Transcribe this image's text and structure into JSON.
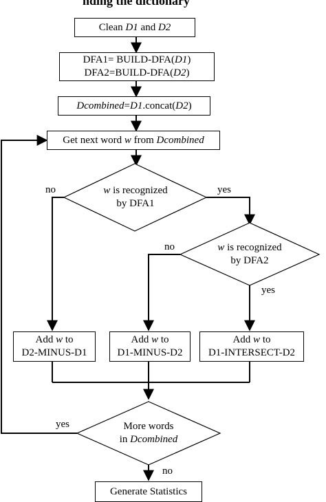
{
  "title_fragment": "nding the dictionary",
  "nodes": {
    "clean": {
      "pre": "Clean ",
      "d1": "D1",
      "mid": " and ",
      "d2": "D2"
    },
    "build": {
      "line1_pre": "DFA1= BUILD-DFA(",
      "line1_var": "D1",
      "line1_post": ")",
      "line2_pre": "DFA2=BUILD-DFA(",
      "line2_var": "D2",
      "line2_post": ")"
    },
    "concat": {
      "var1": "Dcombined",
      "eq": "=",
      "var2": "D1",
      "mid": ".concat(",
      "var3": "D2",
      "post": ")"
    },
    "next_word": {
      "pre": "Get next word ",
      "w": "w",
      "mid": " from ",
      "var": "Dcombined"
    },
    "decision1": {
      "w": "w",
      "line1_post": " is recognized",
      "line2": "by DFA1"
    },
    "decision2": {
      "w": "w",
      "line1_post": " is recognized",
      "line2": "by DFA2"
    },
    "add_left": {
      "pre": "Add ",
      "w": "w",
      "post": " to",
      "line2": "D2-MINUS-D1"
    },
    "add_mid": {
      "pre": "Add ",
      "w": "w",
      "post": " to",
      "line2": "D1-MINUS-D2"
    },
    "add_right": {
      "pre": "Add ",
      "w": "w",
      "post": " to",
      "line2": "D1-INTERSECT-D2"
    },
    "more_words": {
      "line1": "More words",
      "line2_pre": "in ",
      "line2_var": "Dcombined"
    },
    "generate": {
      "text": "Generate Statistics"
    }
  },
  "edge_labels": {
    "d1_no": "no",
    "d1_yes": "yes",
    "d2_no": "no",
    "d2_yes": "yes",
    "more_yes": "yes",
    "more_no": "no"
  }
}
